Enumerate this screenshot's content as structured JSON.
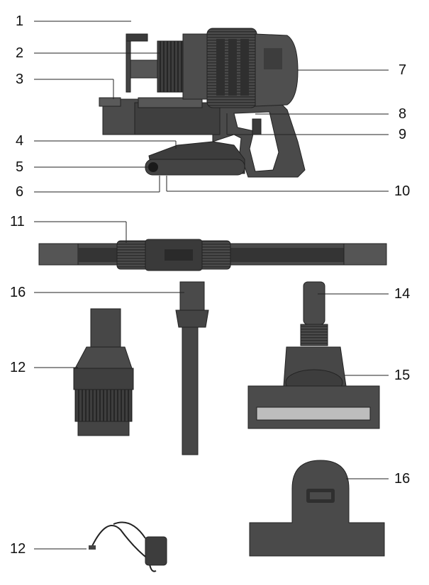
{
  "labels": {
    "l1": "1",
    "l2": "2",
    "l3": "3",
    "l4": "4",
    "l5": "5",
    "l6": "6",
    "l7": "7",
    "l8": "8",
    "l9": "9",
    "l10": "10",
    "l11": "11",
    "l16a": "16",
    "l14": "14",
    "l12a": "12",
    "l15": "15",
    "l16b": "16",
    "l12b": "12"
  },
  "colors": {
    "dark": "#3c3c3c",
    "mid": "#555555",
    "light": "#8a8a8a",
    "line": "#222222"
  }
}
